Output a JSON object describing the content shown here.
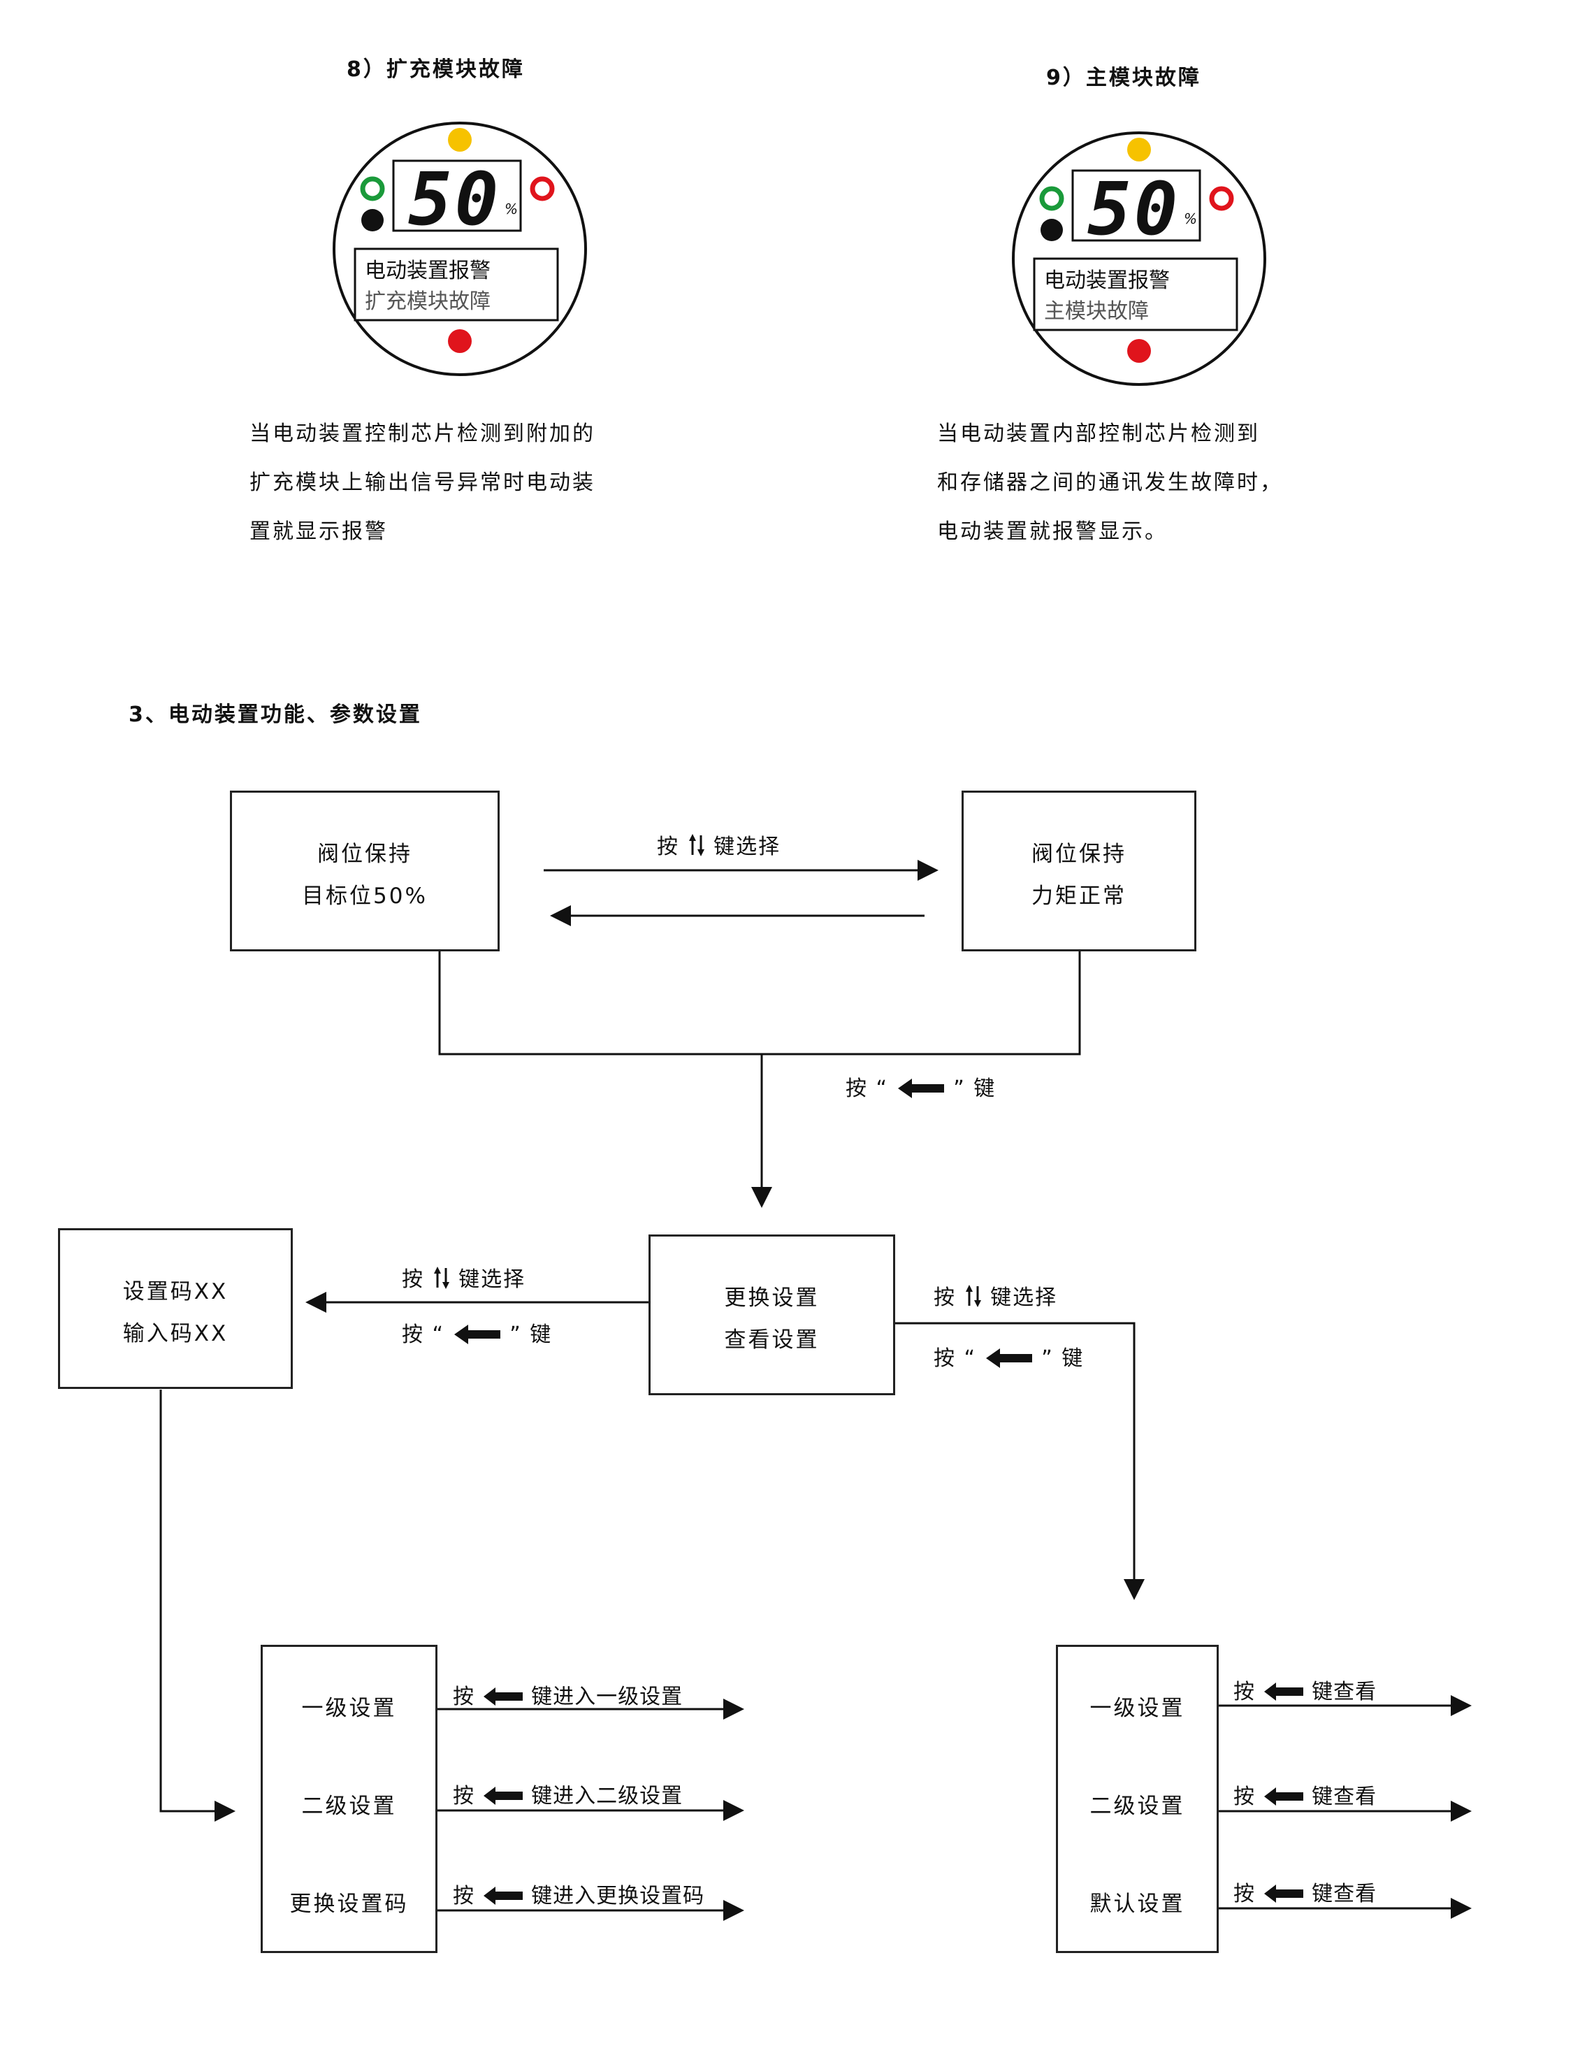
{
  "alarms": {
    "left": {
      "title": "8）扩充模块故障",
      "display_value": "50",
      "display_unit": "%",
      "lcd_line1": "电动装置报警",
      "lcd_line2": "扩充模块故障",
      "desc_lines": [
        "当电动装置控制芯片检测到附加的",
        "扩充模块上输出信号异常时电动装",
        "置就显示报警"
      ]
    },
    "right": {
      "title": "9）主模块故障",
      "display_value": "50",
      "display_unit": "%",
      "lcd_line1": "电动装置报警",
      "lcd_line2": "主模块故障",
      "desc_lines": [
        "当电动装置内部控制芯片检测到",
        "和存储器之间的通讯发生故障时，",
        "电动装置就报警显示。"
      ]
    }
  },
  "section_title": "3、电动装置功能、参数设置",
  "flow": {
    "box_valve_target": [
      "阀位保持",
      "目标位50%"
    ],
    "box_valve_torque": [
      "阀位保持",
      "力矩正常"
    ],
    "box_change_view": [
      "更换设置",
      "查看设置"
    ],
    "box_code": [
      "设置码XX",
      "输入码XX"
    ],
    "box_levels_left": [
      "一级设置",
      "二级设置",
      "更换设置码"
    ],
    "box_levels_right": [
      "一级设置",
      "二级设置",
      "默认设置"
    ],
    "labels": {
      "press": "按",
      "key": "键",
      "select": "键选择",
      "open_quote": "“",
      "close_quote": "”",
      "enter_level1": "键进入一级设置",
      "enter_level2": "键进入二级设置",
      "enter_change_code": "键进入更换设置码",
      "view": "键查看"
    }
  },
  "colors": {
    "lamp_yellow": "#f6c200",
    "lamp_green": "#1a9a3a",
    "lamp_red": "#e0141c",
    "ink": "#111111"
  },
  "icons": [
    "up-down-arrow-icon",
    "back-arrow-key-icon"
  ]
}
